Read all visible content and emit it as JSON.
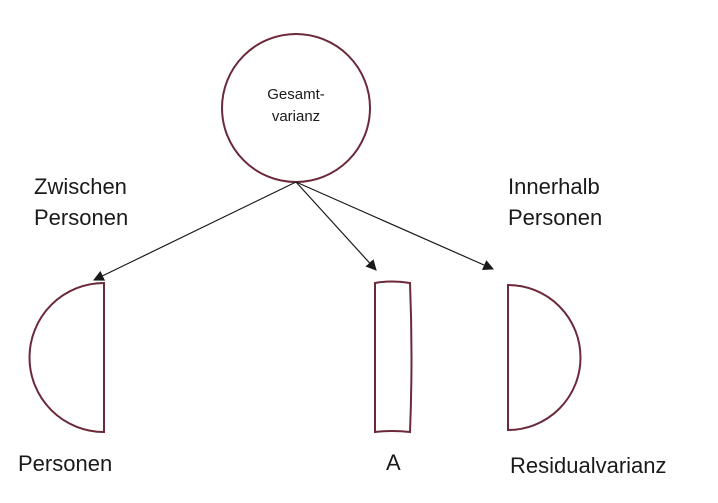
{
  "root_node": {
    "line1": "Gesamt-",
    "line2": "varianz"
  },
  "branch_labels": {
    "left_line1": "Zwischen",
    "left_line2": "Personen",
    "right_line1": "Innerhalb",
    "right_line2": "Personen"
  },
  "component_labels": {
    "persons": "Personen",
    "a": "A",
    "residual": "Residualvarianz"
  },
  "colors": {
    "shape_stroke": "#6b2a3a",
    "arrow": "#1a1a1a"
  }
}
